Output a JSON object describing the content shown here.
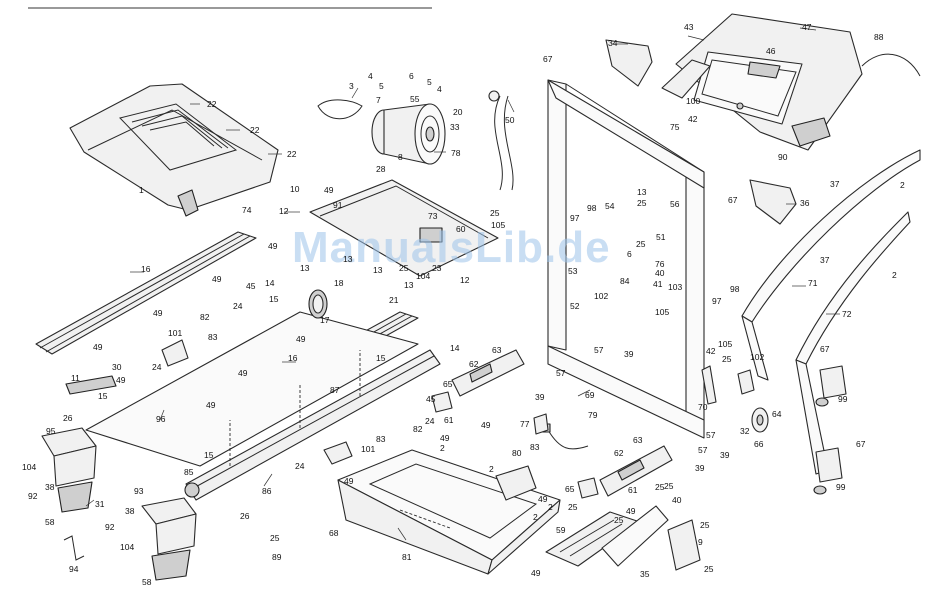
{
  "watermark": "ManualsLib.de",
  "callouts": [
    "1",
    "2",
    "3",
    "4",
    "5",
    "6",
    "7",
    "8",
    "9",
    "10",
    "11",
    "12",
    "13",
    "14",
    "15",
    "16",
    "17",
    "18",
    "20",
    "21",
    "22",
    "23",
    "24",
    "25",
    "26",
    "28",
    "30",
    "31",
    "32",
    "33",
    "34",
    "35",
    "36",
    "37",
    "38",
    "39",
    "40",
    "41",
    "42",
    "43",
    "45",
    "46",
    "47",
    "49",
    "50",
    "51",
    "52",
    "53",
    "54",
    "55",
    "56",
    "57",
    "58",
    "59",
    "60",
    "61",
    "62",
    "63",
    "64",
    "65",
    "66",
    "67",
    "68",
    "69",
    "70",
    "71",
    "72",
    "73",
    "74",
    "75",
    "76",
    "77",
    "78",
    "79",
    "80",
    "81",
    "82",
    "83",
    "84",
    "85",
    "86",
    "87",
    "88",
    "89",
    "90",
    "91",
    "92",
    "93",
    "94",
    "95",
    "96",
    "97",
    "98",
    "99",
    "100",
    "101",
    "102",
    "103",
    "104",
    "105"
  ]
}
